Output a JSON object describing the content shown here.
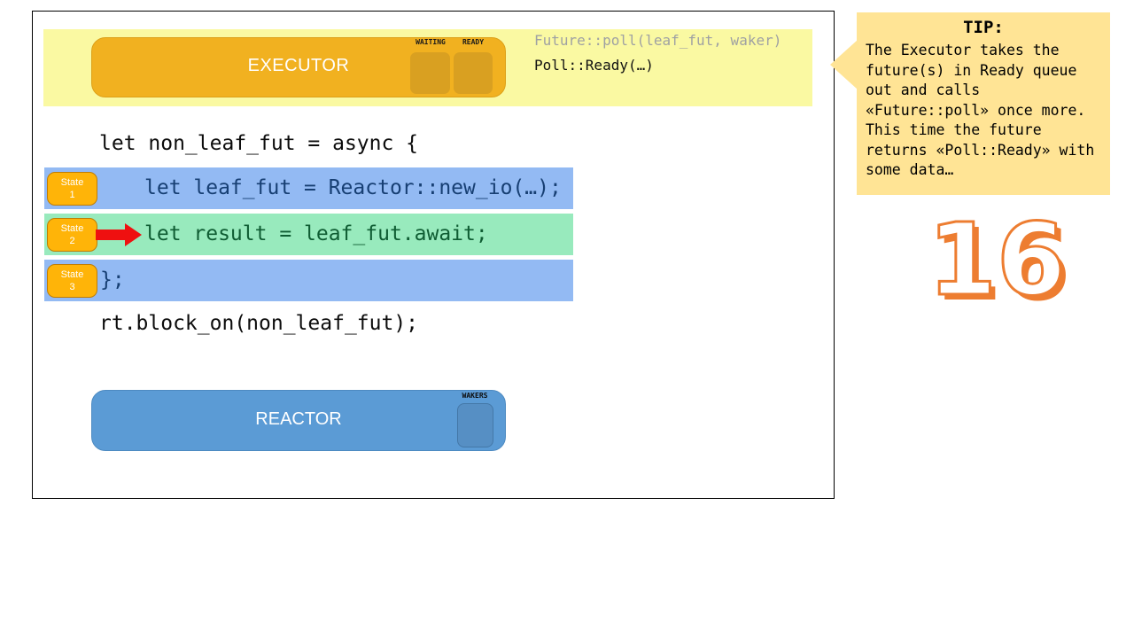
{
  "executor": {
    "label": "EXECUTOR",
    "queues": [
      {
        "label": "WAITING"
      },
      {
        "label": "READY"
      }
    ],
    "poll_call": "Future::poll(leaf_fut, waker)",
    "poll_result": "Poll::Ready(…)"
  },
  "code": {
    "open_line": "let non_leaf_fut = async {",
    "rows": [
      {
        "badge_line1": "State",
        "badge_line2": "1",
        "text": "let leaf_fut = Reactor::new_io(…);"
      },
      {
        "badge_line1": "State",
        "badge_line2": "2",
        "text": "let result = leaf_fut.await;"
      },
      {
        "badge_line1": "State",
        "badge_line2": "3",
        "text": "};"
      }
    ],
    "close_line": "rt.block_on(non_leaf_fut);"
  },
  "reactor": {
    "label": "REACTOR",
    "wakers_label": "WAKERS"
  },
  "tip": {
    "title": "TIP:",
    "body": "The Executor takes the\nfuture(s) in Ready queue\nout and calls\n«Future::poll» once more.\nThis time the future\nreturns «Poll::Ready» with\nsome data…"
  },
  "slide_number": "16",
  "colors": {
    "banner_bg": "#faf9a2",
    "executor_bg": "#f1b120",
    "queue_slot_bg": "#d9a021",
    "state_badge_bg": "#ffb408",
    "row_blue_bg": "#93baf3",
    "row_blue_text": "#173f73",
    "row_green_bg": "#98eabd",
    "row_green_text": "#0f5d33",
    "reactor_bg": "#5b9bd5",
    "wakers_slot_bg": "#568fc4",
    "tip_bg": "#ffe495",
    "slide_number_accent": "#ed7d31",
    "arrow_red": "#ef1010",
    "poll_call_gray": "#9fa1a3"
  }
}
